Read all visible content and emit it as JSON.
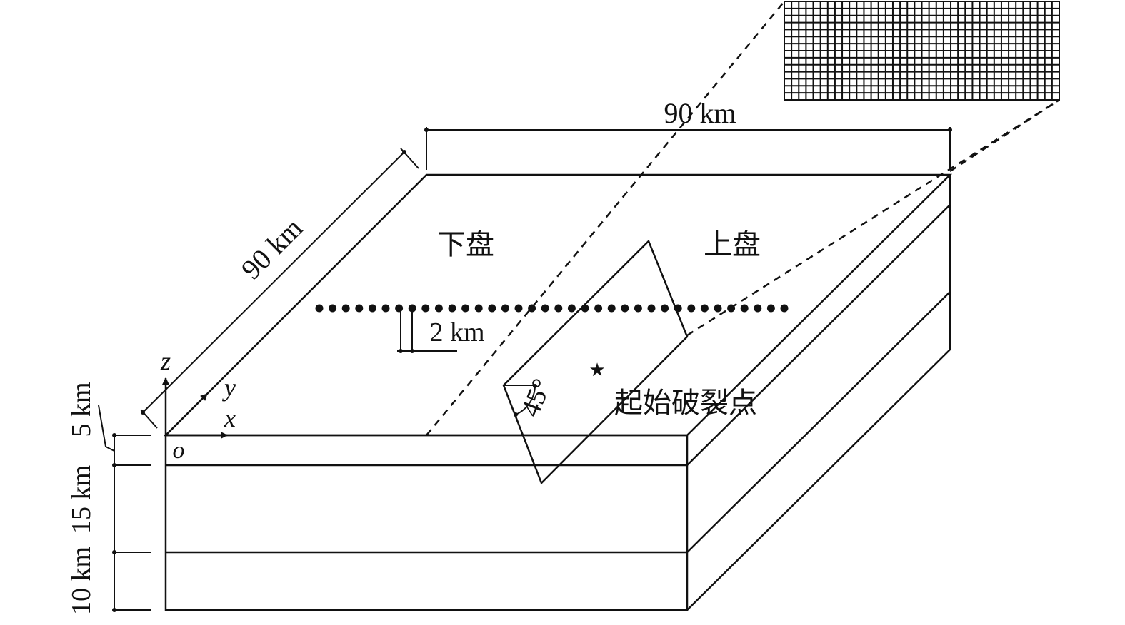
{
  "labels": {
    "width_top": "90 km",
    "depth_side": "90 km",
    "footwall": "下盘",
    "hanging_wall": "上盘",
    "station_spacing": "2 km",
    "dip_angle": "45°",
    "hypocenter": "起始破裂点",
    "layer1": "5 km",
    "layer2": "15 km",
    "layer3": "10 km",
    "axis_x": "x",
    "axis_y": "y",
    "axis_z": "z",
    "origin": "o"
  },
  "stations": {
    "count": 36
  },
  "grid_inset": {
    "cols": 38,
    "rows": 14
  }
}
